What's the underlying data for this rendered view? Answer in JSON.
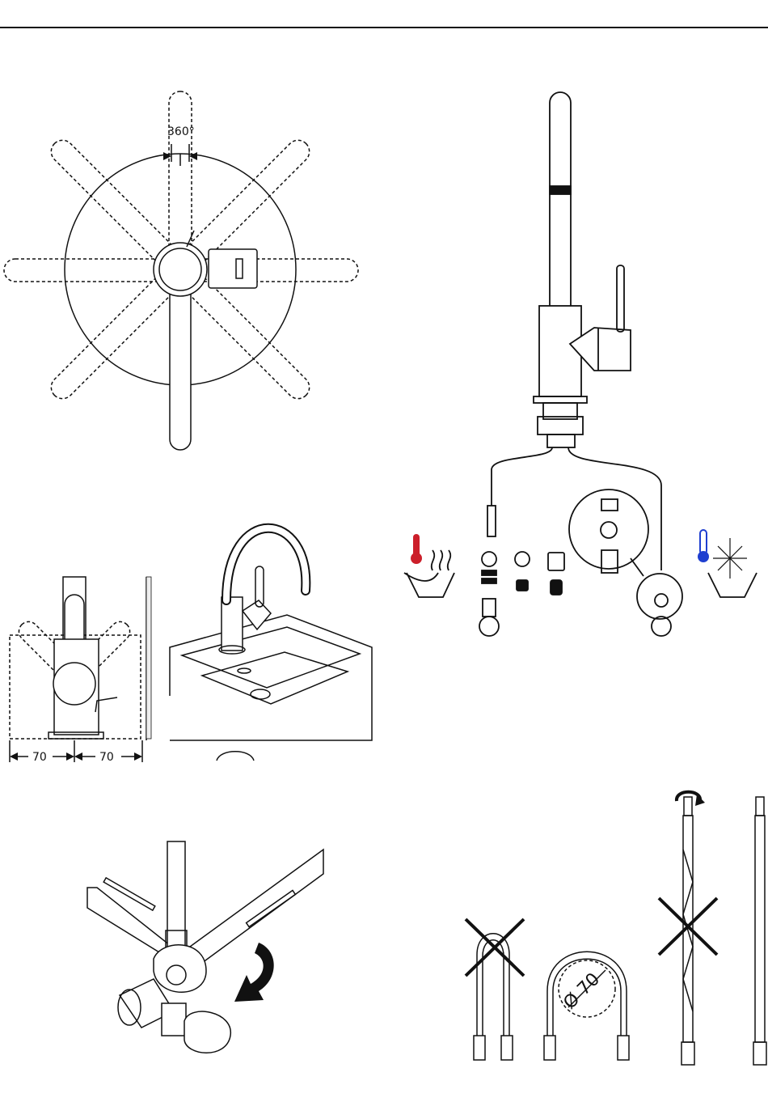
{
  "rotation": {
    "angle_label": "360°"
  },
  "dimensions": {
    "left_label": "70",
    "right_label": "70"
  },
  "hose_bend": {
    "min_label": "Ø 70"
  },
  "colors": {
    "hot": "#cc1f2a",
    "cold": "#1f3fd0",
    "ink": "#111111",
    "gray": "#888888"
  },
  "icons": [
    "hot-water-icon",
    "cold-water-icon",
    "rotate-icon",
    "forbidden-cross-icon"
  ]
}
